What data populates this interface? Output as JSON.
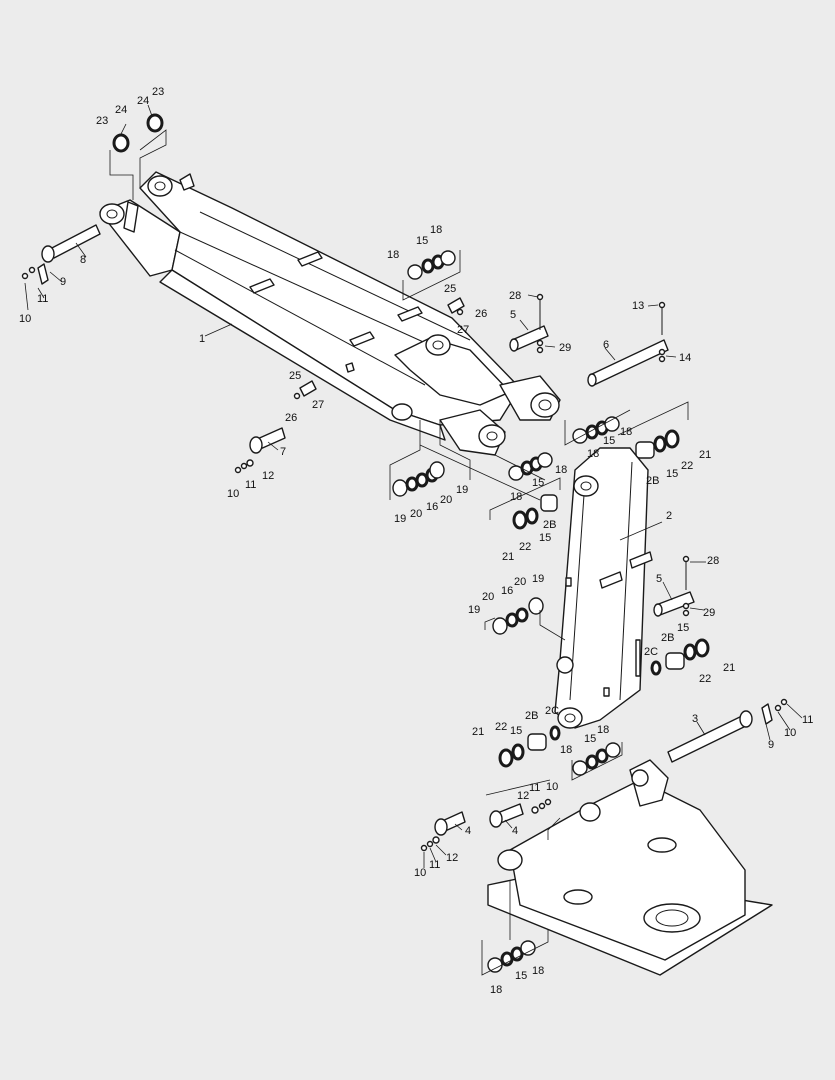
{
  "diagram": {
    "parts": [
      {
        "id": "p1",
        "label": "1"
      },
      {
        "id": "p2",
        "label": "2"
      },
      {
        "id": "p2b",
        "label": "2B"
      },
      {
        "id": "p2c",
        "label": "2C"
      },
      {
        "id": "p3",
        "label": "3"
      },
      {
        "id": "p4",
        "label": "4"
      },
      {
        "id": "p5",
        "label": "5"
      },
      {
        "id": "p6",
        "label": "6"
      },
      {
        "id": "p7",
        "label": "7"
      },
      {
        "id": "p8",
        "label": "8"
      },
      {
        "id": "p9",
        "label": "9"
      },
      {
        "id": "p10",
        "label": "10"
      },
      {
        "id": "p11",
        "label": "11"
      },
      {
        "id": "p12",
        "label": "12"
      },
      {
        "id": "p13",
        "label": "13"
      },
      {
        "id": "p14",
        "label": "14"
      },
      {
        "id": "p15",
        "label": "15"
      },
      {
        "id": "p16",
        "label": "16"
      },
      {
        "id": "p18",
        "label": "18"
      },
      {
        "id": "p19",
        "label": "19"
      },
      {
        "id": "p20",
        "label": "20"
      },
      {
        "id": "p21",
        "label": "21"
      },
      {
        "id": "p22",
        "label": "22"
      },
      {
        "id": "p23",
        "label": "23"
      },
      {
        "id": "p24",
        "label": "24"
      },
      {
        "id": "p25",
        "label": "25"
      },
      {
        "id": "p26",
        "label": "26"
      },
      {
        "id": "p27",
        "label": "27"
      },
      {
        "id": "p28",
        "label": "28"
      },
      {
        "id": "p29",
        "label": "29"
      }
    ]
  }
}
